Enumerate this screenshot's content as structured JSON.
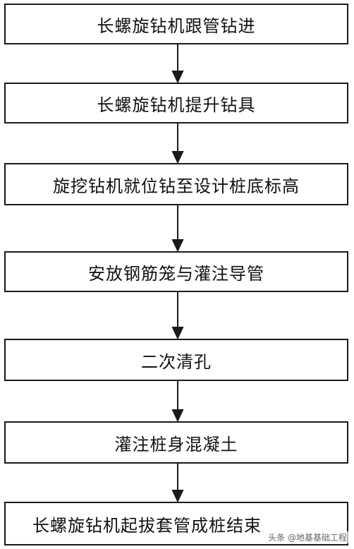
{
  "steps": [
    "长螺旋钻机跟管钻进",
    "长螺旋钻机提升钻具",
    "旋挖钻机就位钻至设计桩底标高",
    "安放钢筋笼与灌注导管",
    "二次清孔",
    "灌注桩身混凝土",
    "长螺旋钻机起拔套管成桩结束"
  ],
  "watermark": "头条 @地基基础工程"
}
